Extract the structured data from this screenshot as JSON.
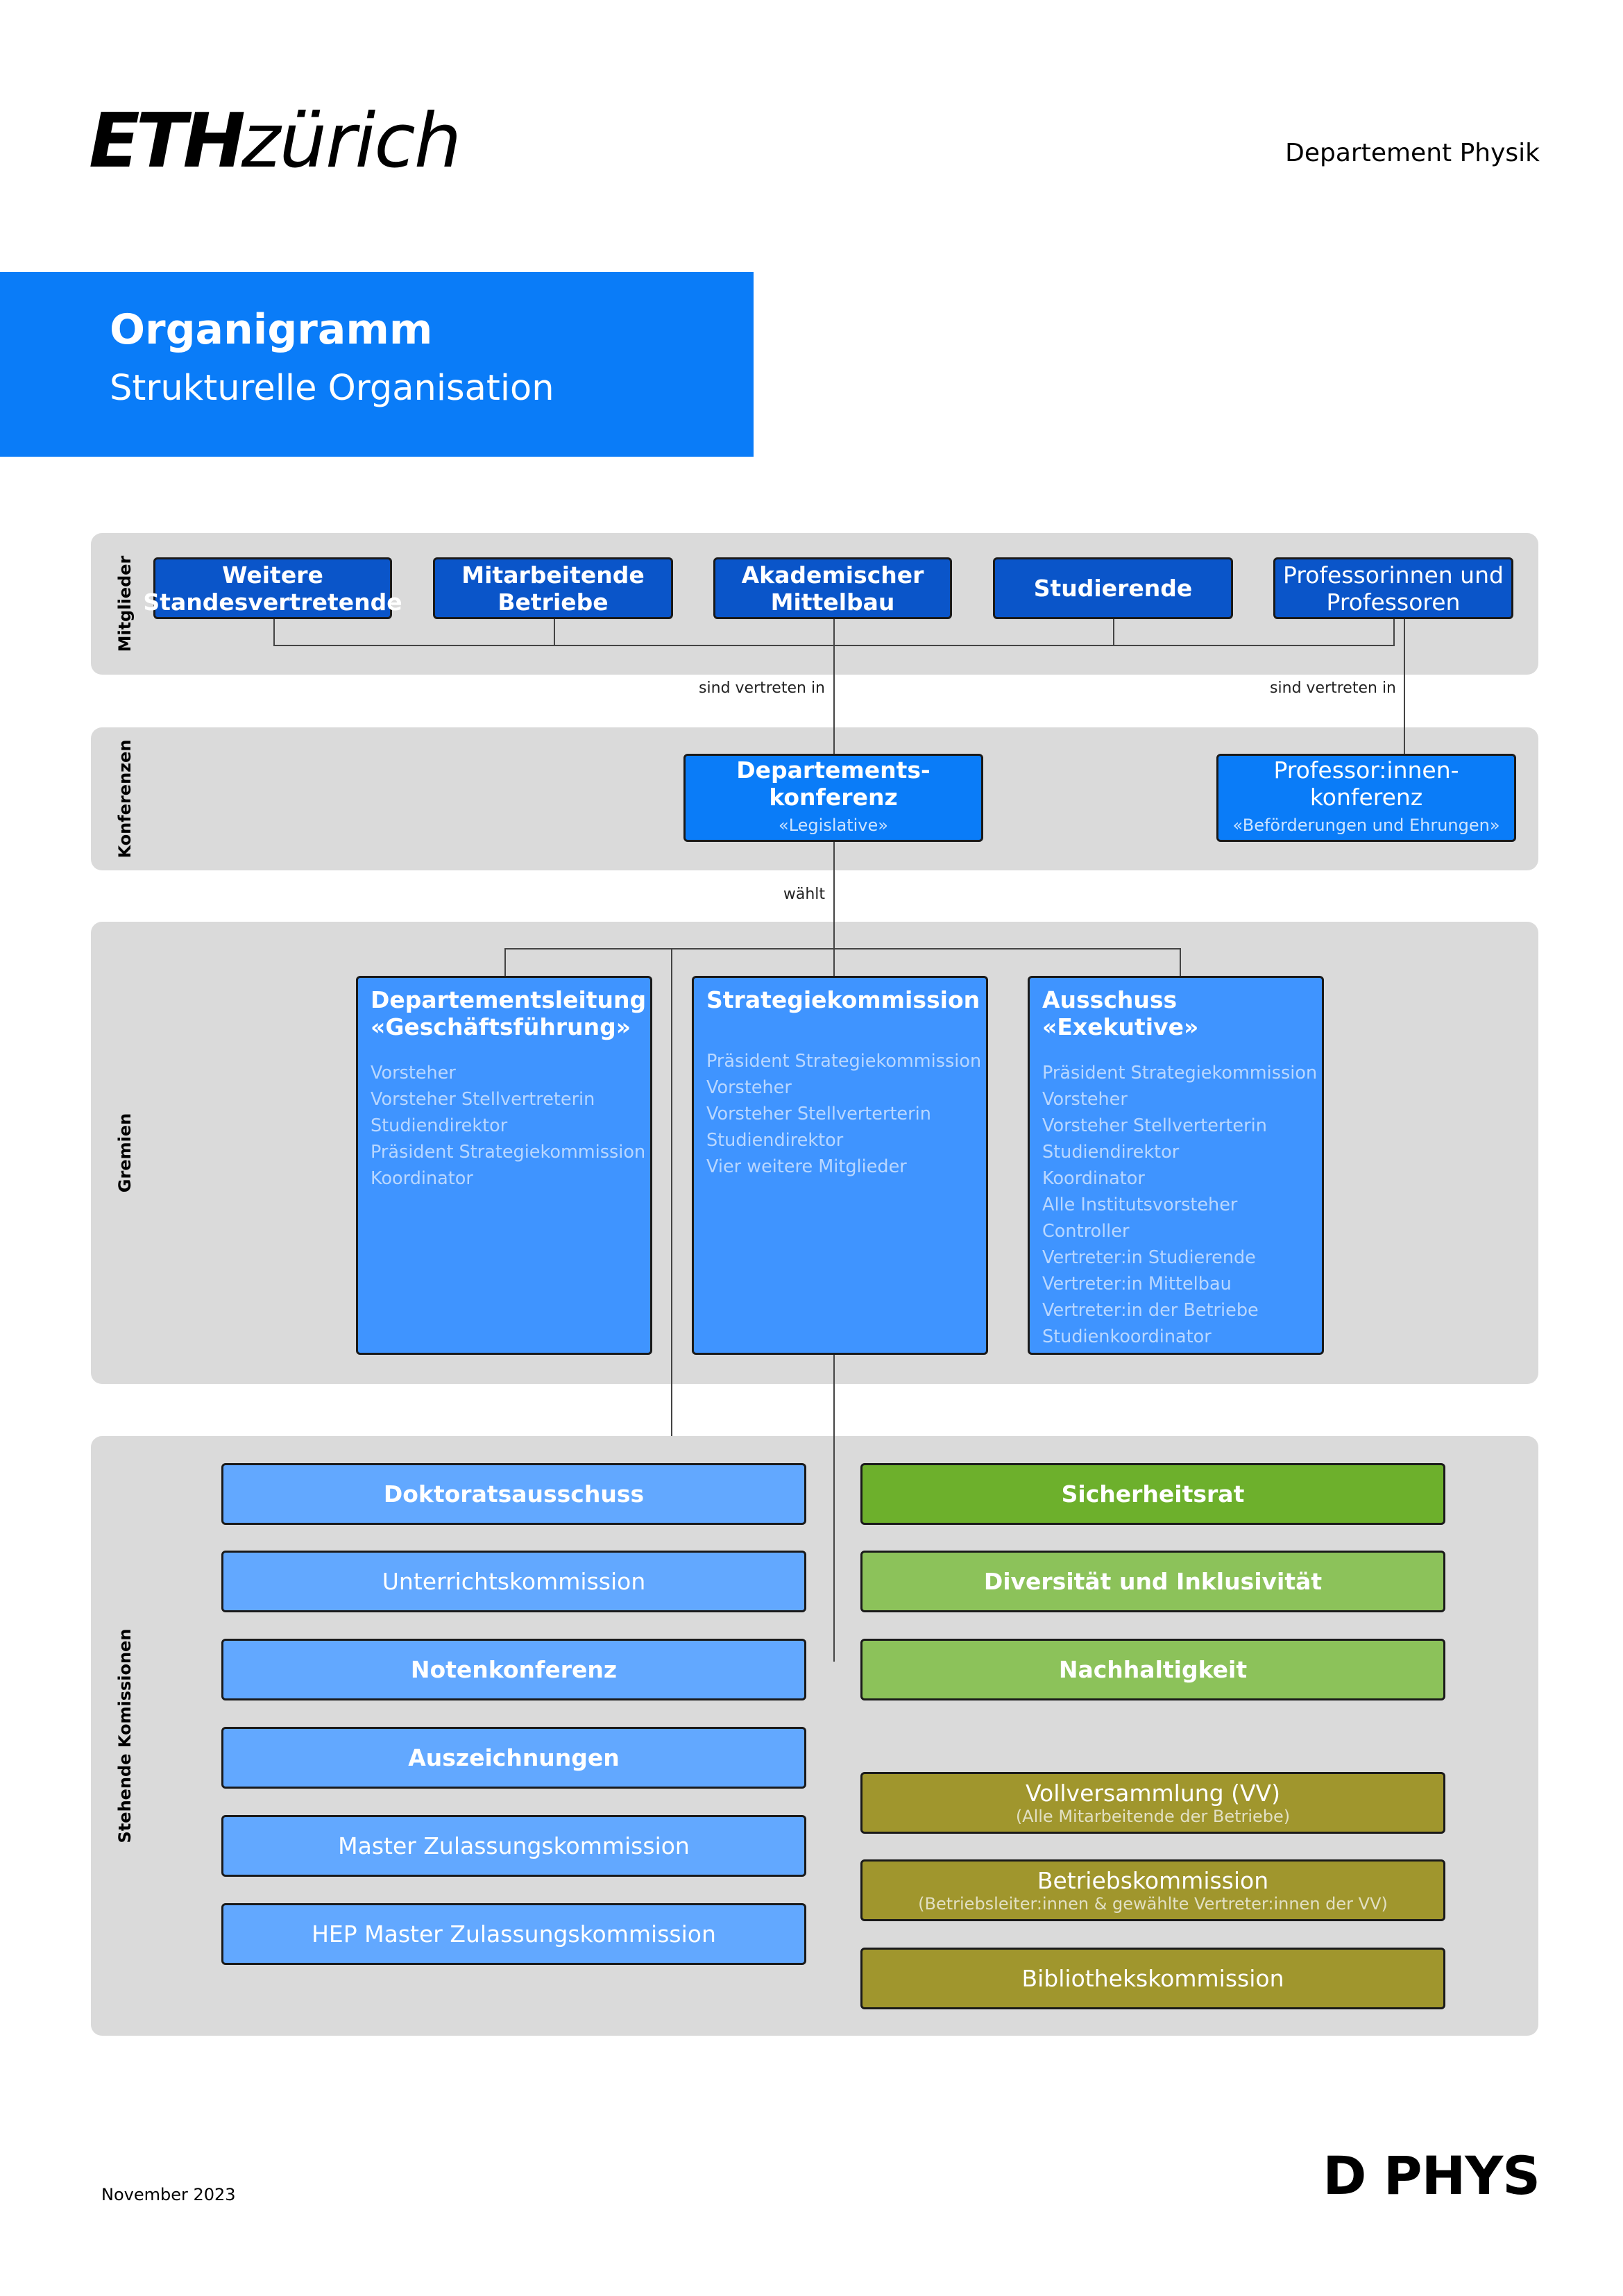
{
  "header": {
    "logo_eth": "ETH",
    "logo_zurich": "zürich",
    "department": "Departement Physik"
  },
  "banner": {
    "title": "Organigramm",
    "subtitle": "Strukturelle Organisation"
  },
  "bands": {
    "mitglieder": "Mitglieder",
    "konferenzen": "Konferenzen",
    "gremien": "Gremien",
    "kommissionen": "Stehende Komissionen"
  },
  "members": [
    "Weitere Standesvertretende",
    "Mitarbeitende Betriebe",
    "Akademischer Mittelbau",
    "Studierende",
    "Professorinnen und Professoren"
  ],
  "notes": {
    "represented": "sind vertreten in",
    "elects": "wählt"
  },
  "conferences": [
    {
      "title": "Departements-konferenz",
      "title_l1": "Departements-",
      "title_l2": "konferenz",
      "subtitle": "«Legislative»"
    },
    {
      "title": "Professor:innen-konferenz",
      "title_l1": "Professor:innen-",
      "title_l2": "konferenz",
      "subtitle": "«Beförderungen und Ehrungen»"
    }
  ],
  "gremien": [
    {
      "title_l1": "Departementsleitung",
      "title_l2": "«Geschäftsführung»",
      "members": [
        "Vorsteher",
        "Vorsteher Stellvertreterin",
        "Studiendirektor",
        "Präsident Strategiekommission",
        "Koordinator"
      ]
    },
    {
      "title_l1": "Strategiekommission",
      "title_l2": "",
      "members": [
        "Präsident Strategiekommission",
        "Vorsteher",
        "Vorsteher Stellverterterin",
        "Studiendirektor",
        "Vier weitere Mitglieder"
      ]
    },
    {
      "title_l1": "Ausschuss",
      "title_l2": "«Exekutive»",
      "members": [
        "Präsident Strategiekommission",
        "Vorsteher",
        "Vorsteher Stellverterterin",
        "Studiendirektor",
        "Koordinator",
        "Alle Institutsvorsteher",
        "Controller",
        "Vertreter:in Studierende",
        "Vertreter:in Mittelbau",
        "Vertreter:in der Betriebe",
        "Studienkoordinator"
      ]
    }
  ],
  "commissions_left": [
    "Doktoratsausschuss",
    "Unterrichtskommission",
    "Notenkonferenz",
    "Auszeichnungen",
    "Master Zulassungskommission",
    "HEP Master Zulassungskommission"
  ],
  "commissions_right": [
    {
      "title": "Sicherheitsrat",
      "subtitle": ""
    },
    {
      "title": "Diversität und Inklusivität",
      "subtitle": ""
    },
    {
      "title": "Nachhaltigkeit",
      "subtitle": ""
    },
    {
      "title": "Vollversammlung (VV)",
      "subtitle": "(Alle Mitarbeitende der Betriebe)"
    },
    {
      "title": "Betriebskommission",
      "subtitle": "(Betriebsleiter:innen & gewählte Vertreter:innen der VV)"
    },
    {
      "title": "Bibliothekskommission",
      "subtitle": ""
    }
  ],
  "footer": {
    "date": "November 2023",
    "brand": "D PHYS"
  },
  "colors": {
    "banner_blue": "#0a7cf8",
    "member_blue": "#0a55c9",
    "gremien_blue": "#3f94ff",
    "commission_blue": "#62a8ff",
    "safety_green": "#6db02c",
    "light_green": "#8cc25a",
    "olive": "#a0962d",
    "band_grey": "#dadada"
  }
}
